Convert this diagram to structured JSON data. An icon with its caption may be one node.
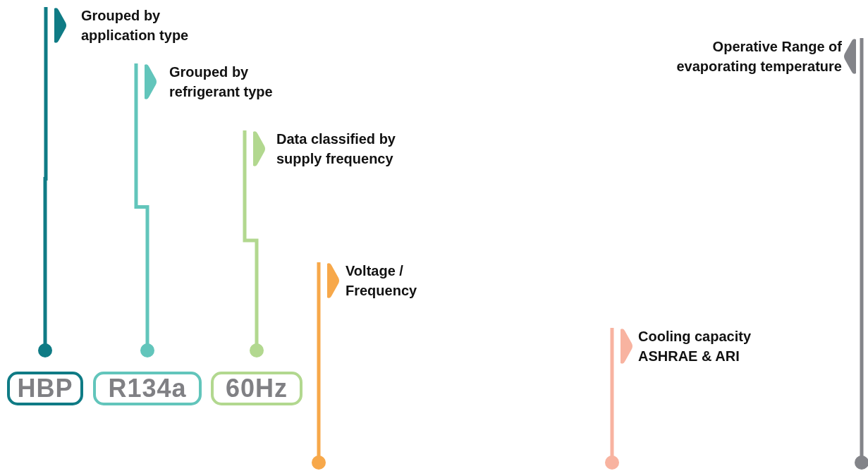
{
  "diagram": {
    "nodes": [
      {
        "text": [
          "Grouped by application type"
        ]
      },
      {
        "text": [
          "Grouped by refrigerant type"
        ]
      },
      {
        "text": [
          "Data classified by supply frequency"
        ]
      },
      {
        "text": [
          "Voltage / Frequency"
        ]
      },
      {
        "text": [
          "Cooling capacity ASHRAE & ARI"
        ]
      },
      {
        "text": [
          "Operative Range of evaporating temperature"
        ]
      },
      {
        "text": [
          "HBP"
        ]
      },
      {
        "text": [
          "R134a"
        ]
      },
      {
        "text": [
          "60Hz"
        ]
      }
    ],
    "edges": [
      {
        "from": 0,
        "to": 6,
        "arrow": "other",
        "color": "#0f7b85"
      },
      {
        "from": 1,
        "to": 7,
        "arrow": "other",
        "color": "#62c5bb"
      },
      {
        "from": 2,
        "to": 8,
        "arrow": "other",
        "color": "#b2d88f"
      },
      {
        "from": 3,
        "to": null,
        "arrow": "other",
        "color": "#f7a84a"
      },
      {
        "from": 4,
        "to": null,
        "arrow": "other",
        "color": "#f8b3a0"
      },
      {
        "from": 5,
        "to": null,
        "arrow": "other",
        "color": "#838489"
      }
    ]
  }
}
